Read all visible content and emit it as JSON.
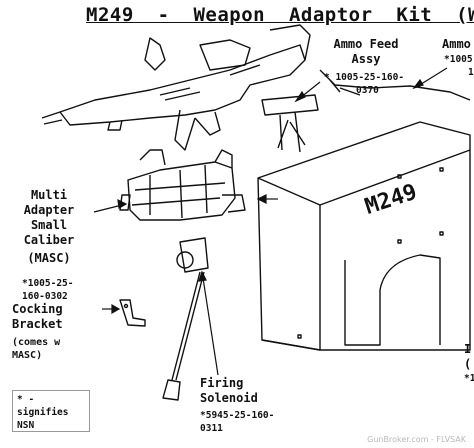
{
  "title": "M249  -  Weapon  Adaptor  Kit  (W",
  "labels": {
    "ammo_feed": {
      "line1": "Ammo Feed",
      "line2": "Assy",
      "nsn": "* 1005-25-160-",
      "nsn2": "0370"
    },
    "ammo_right": {
      "line1": "Ammo",
      "nsn": "*1005",
      "nsn2": "1"
    },
    "masc": {
      "line1": "Multi",
      "line2": "Adapter",
      "line3": "Small",
      "line4": "Caliber",
      "line5": "(MASC)",
      "nsn": "*1005-25-",
      "nsn2": "160-0302"
    },
    "cocking": {
      "line1": "Cocking",
      "line2": "Bracket",
      "line3": "(comes w",
      "line4": "MASC)"
    },
    "firing": {
      "line1": "Firing",
      "line2": "Solenoid",
      "nsn": "*5945-25-160-",
      "nsn2": "0311"
    },
    "right_edge": {
      "line1": "I",
      "line2": "(",
      "line3": "*1"
    },
    "box_text": "M249"
  },
  "legend": {
    "line1": "* -",
    "line2": "signifies",
    "line3": "NSN"
  },
  "watermark": "GunBroker.com - FLVSAK"
}
